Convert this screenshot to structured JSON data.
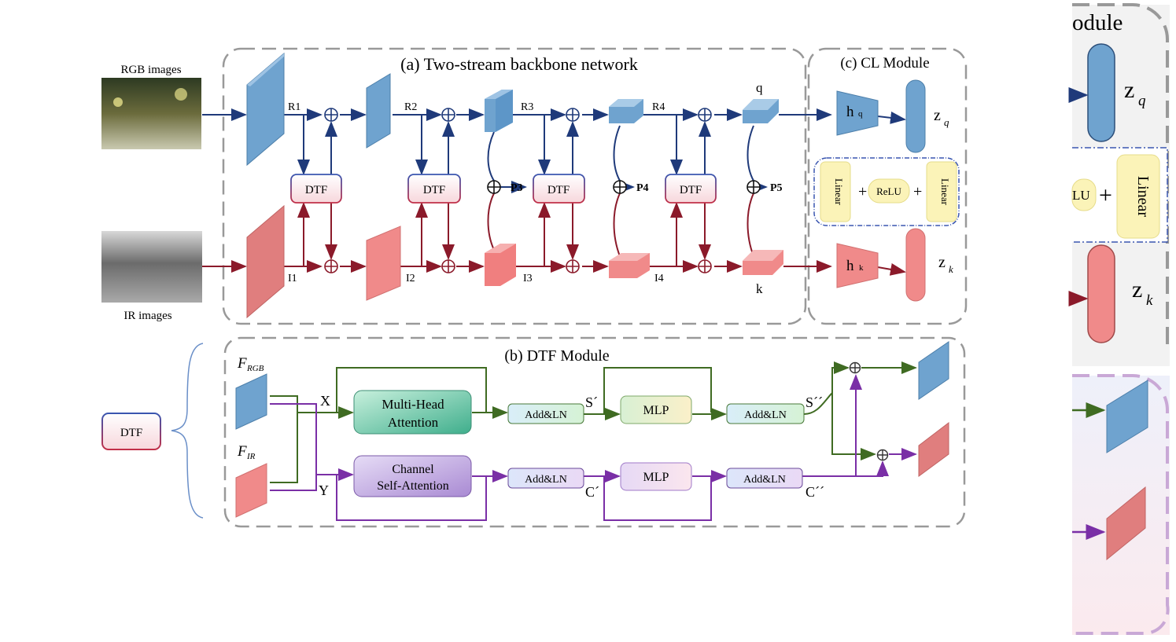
{
  "inputs": {
    "rgb_label": "RGB images",
    "ir_label": "IR images"
  },
  "panel_a": {
    "title": "(a) Two-stream backbone network",
    "rgb_stage_labels": [
      "R1",
      "R2",
      "R3",
      "R4"
    ],
    "ir_stage_labels": [
      "I1",
      "I2",
      "I3",
      "I4"
    ],
    "dtf_label": "DTF",
    "outputs": [
      "P3",
      "P4",
      "P5"
    ],
    "q_label": "q",
    "k_label": "k"
  },
  "panel_b": {
    "title": "(b) DTF Module",
    "dtf_key": "DTF",
    "f_rgb": "F",
    "f_rgb_sub": "RGB",
    "f_ir": "F",
    "f_ir_sub": "IR",
    "x_label": "X",
    "y_label": "Y",
    "mha_line1": "Multi-Head",
    "mha_line2": "Attention",
    "csa_line1": "Channel",
    "csa_line2": "Self-Attention",
    "addln": "Add&LN",
    "mlp": "MLP",
    "s1": "S´",
    "s2": "S´´",
    "c1": "C´",
    "c2": "C´´"
  },
  "panel_c": {
    "title": "(c) CL Module",
    "hq": "h",
    "hq_sub": "q",
    "hk": "h",
    "hk_sub": "k",
    "zq": "z",
    "zq_sub": "q",
    "zk": "z",
    "zk_sub": "k",
    "linear": "Linear",
    "relu": "ReLU",
    "plus": "+"
  },
  "zoom": {
    "title_fragment": "odule",
    "zq": "z",
    "zq_sub": "q",
    "zk": "z",
    "zk_sub": "k",
    "relu_fragment": "LU",
    "linear": "Linear",
    "plus": "+"
  },
  "colors": {
    "rgb_line": "#1f3a7a",
    "ir_line": "#8b1a2a",
    "green_line": "#3f6b22",
    "purple_line": "#7a2fa6",
    "blue_face": "#6fa3cf",
    "red_face": "#f08a8a",
    "dash": "#999999"
  }
}
